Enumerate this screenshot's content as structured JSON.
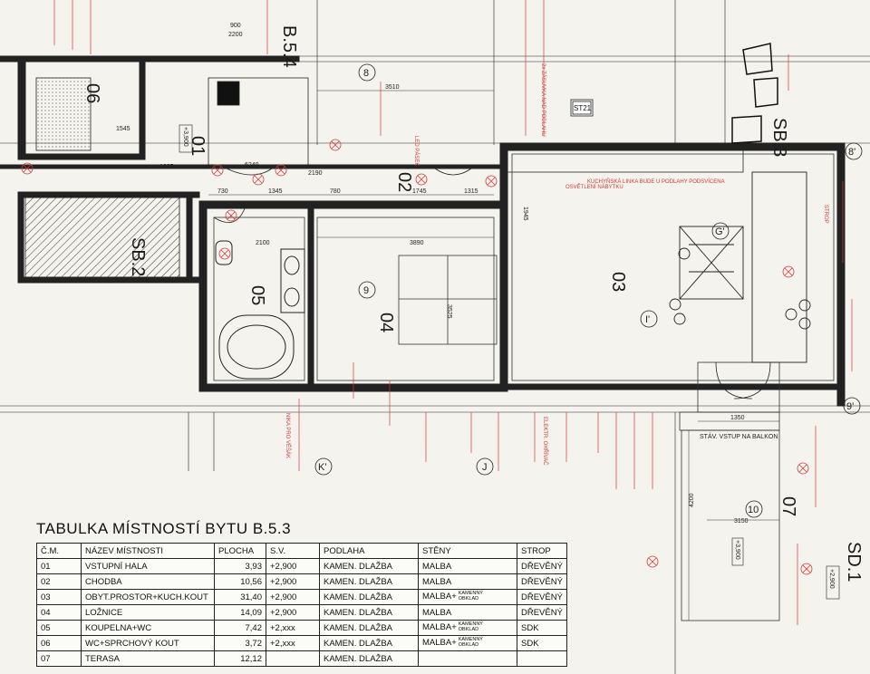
{
  "plan": {
    "rooms": [
      {
        "id": "r01",
        "label": "01"
      },
      {
        "id": "r02",
        "label": "02"
      },
      {
        "id": "r03",
        "label": "03"
      },
      {
        "id": "r04",
        "label": "04"
      },
      {
        "id": "r05",
        "label": "05"
      },
      {
        "id": "r06",
        "label": "06"
      },
      {
        "id": "r07",
        "label": "07"
      }
    ],
    "building_labels": {
      "b54": "B.5.4",
      "sb2": "SB.2",
      "sb3": "SB.3",
      "sd1": "SD.1"
    },
    "axis_tags": [
      "8",
      "8'",
      "9",
      "9'",
      "10",
      "J",
      "K'",
      "I'",
      "G'"
    ],
    "dimensions": [
      "3510",
      "6240",
      "1345",
      "1745",
      "780",
      "730",
      "1315",
      "3890",
      "2100",
      "1805",
      "1545",
      "2190",
      "900",
      "2200",
      "1350",
      "3150",
      "4200",
      "1945",
      "3525"
    ],
    "balcony_note": "STÁV. VSTUP NA BALKON",
    "level_tags": [
      "+3,900",
      "+3,900",
      "+2,900"
    ],
    "notes": [
      "LED PÁSEK",
      "2x ZÁSUVKA NAD PODLAHU",
      "OSVĚTLENÍ NÁBYTKU",
      "KUCHYŇSKÁ LINKA BUDE U PODLAHY PODSVÍCENA",
      "ELEKTR. OHŘÍVAČ",
      "NIKA PRO VĚŠÁK",
      "STROP"
    ],
    "legend_sign": "ST21"
  },
  "table": {
    "title": "TABULKA MÍSTNOSTÍ BYTU B.5.3",
    "headers": [
      "Č.M.",
      "NÁZEV MÍSTNOSTI",
      "PLOCHA",
      "S.V.",
      "PODLAHA",
      "STĚNY",
      "STROP"
    ],
    "stone_note": [
      "KAMENNÝ",
      "OBKLAD"
    ],
    "rows": [
      {
        "cm": "01",
        "name": "VSTUPNÍ HALA",
        "plocha": "3,93",
        "sv": "+2,900",
        "podlaha": "KAMEN. DLAŽBA",
        "steny": "MALBA",
        "steny_extra": false,
        "strop": "DŘEVĚNÝ"
      },
      {
        "cm": "02",
        "name": "CHODBA",
        "plocha": "10,56",
        "sv": "+2,900",
        "podlaha": "KAMEN. DLAŽBA",
        "steny": "MALBA",
        "steny_extra": false,
        "strop": "DŘEVĚNÝ"
      },
      {
        "cm": "03",
        "name": "OBYT.PROSTOR+KUCH.KOUT",
        "plocha": "31,40",
        "sv": "+2,900",
        "podlaha": "KAMEN. DLAŽBA",
        "steny": "MALBA+",
        "steny_extra": true,
        "strop": "DŘEVĚNÝ"
      },
      {
        "cm": "04",
        "name": "LOŽNICE",
        "plocha": "14,09",
        "sv": "+2,900",
        "podlaha": "KAMEN. DLAŽBA",
        "steny": "MALBA",
        "steny_extra": false,
        "strop": "DŘEVĚNÝ"
      },
      {
        "cm": "05",
        "name": "KOUPELNA+WC",
        "plocha": "7,42",
        "sv": "+2,xxx",
        "podlaha": "KAMEN. DLAŽBA",
        "steny": "MALBA+",
        "steny_extra": true,
        "strop": "SDK"
      },
      {
        "cm": "06",
        "name": "WC+SPRCHOVÝ KOUT",
        "plocha": "3,72",
        "sv": "+2,xxx",
        "podlaha": "KAMEN. DLAŽBA",
        "steny": "MALBA+",
        "steny_extra": true,
        "strop": "SDK"
      },
      {
        "cm": "07",
        "name": "TERASA",
        "plocha": "12,12",
        "sv": "",
        "podlaha": "KAMEN. DLAŽBA",
        "steny": "",
        "steny_extra": false,
        "strop": ""
      }
    ]
  }
}
